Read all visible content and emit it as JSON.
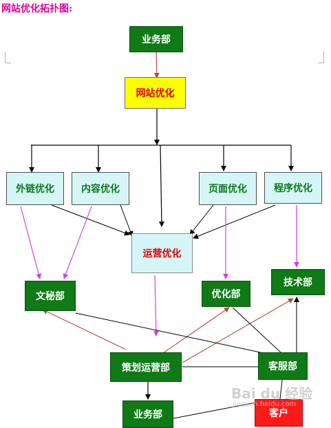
{
  "title": "网站优化拓扑图:",
  "nodes": {
    "business_top": "业务部",
    "website_opt": "网站优化",
    "external_link": "外链优化",
    "content_opt": "内容优化",
    "page_opt": "页面优化",
    "program_opt": "程序优化",
    "operation_opt": "运营优化",
    "copywriting": "文秘部",
    "optimization_dept": "优化部",
    "tech_dept": "技术部",
    "planning_ops": "策划运营部",
    "customer_service": "客服部",
    "business_bottom": "业务部",
    "client": "客户"
  },
  "watermark": {
    "brand": "Bai du 经验",
    "url": "jingyan.baidu.com"
  },
  "colors": {
    "green": "#0f7a16",
    "yellow": "#ffff00",
    "cyan": "#d6f5f7",
    "red": "#ff1a1a",
    "magenta_arrow": "#cc44dd",
    "red_arrow": "#b24a3a",
    "title": "#e0009a"
  }
}
